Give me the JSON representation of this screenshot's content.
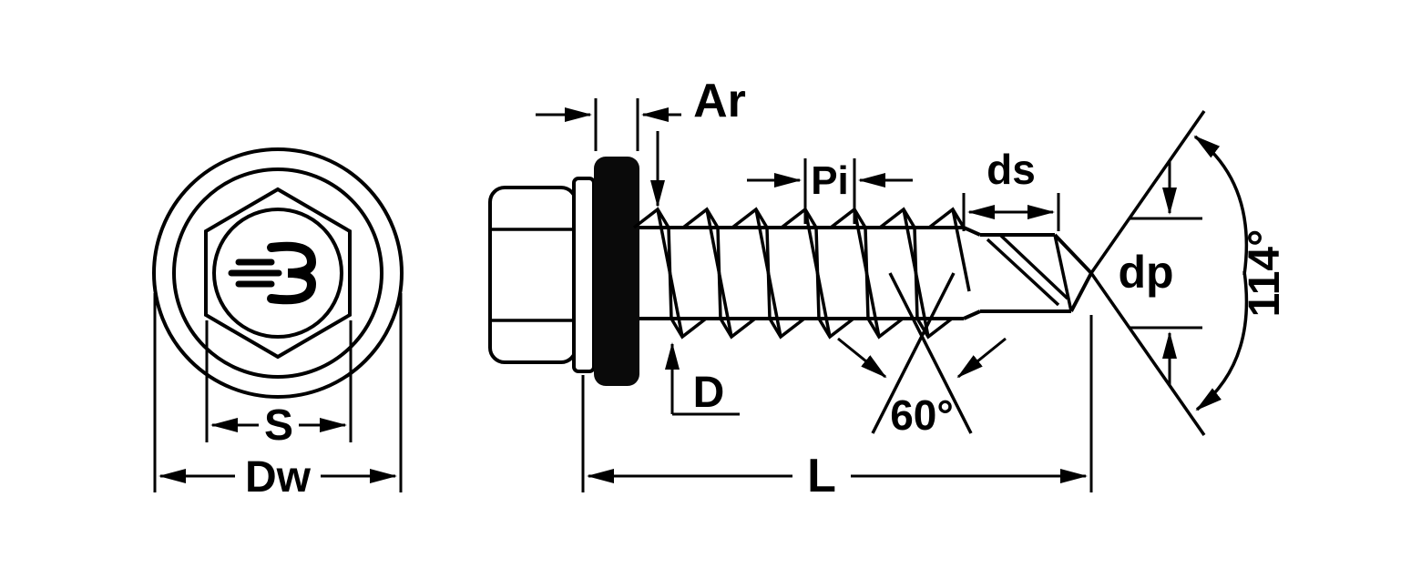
{
  "diagram": {
    "labels": {
      "washer_thickness": "Ar",
      "thread_pitch": "Pi",
      "drill_tip_length": "ds",
      "drill_point_diameter": "dp",
      "point_angle": "114°",
      "thread_profile_angle": "60°",
      "thread_diameter": "D",
      "hex_width_across_flats": "S",
      "washer_diameter": "Dw",
      "screw_length": "L"
    },
    "colors": {
      "line": "#000000",
      "gasket": "#0a0a0a",
      "background": "#ffffff"
    }
  }
}
